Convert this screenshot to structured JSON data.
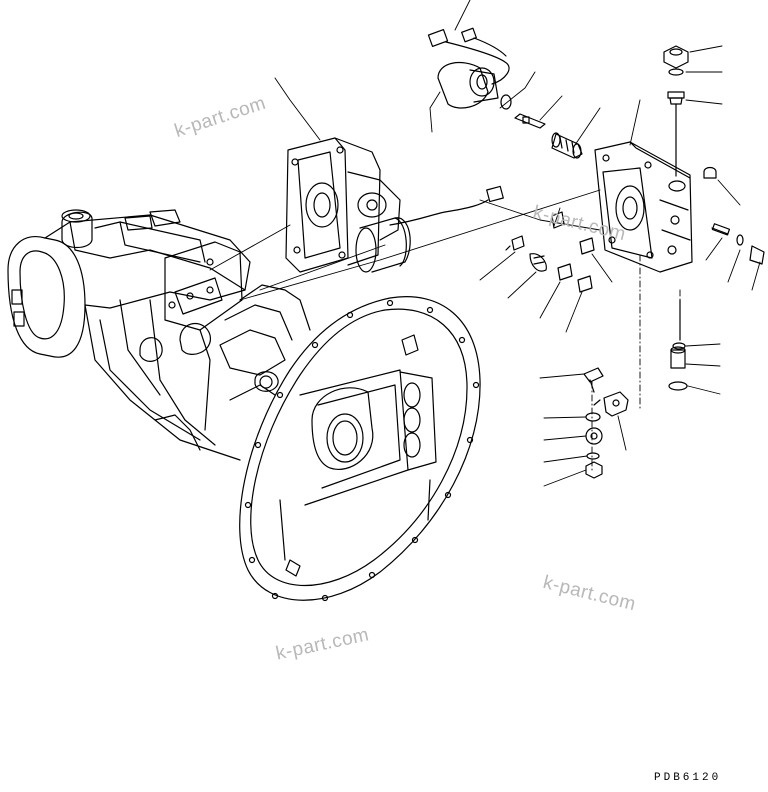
{
  "drawing_code": "PDB6120",
  "watermarks": [
    "k-part.com",
    "k-part.com",
    "k-part.com",
    "k-part.com"
  ],
  "colors": {
    "ink": "#000000",
    "watermark": "#b8b8b8",
    "background": "#ffffff"
  }
}
